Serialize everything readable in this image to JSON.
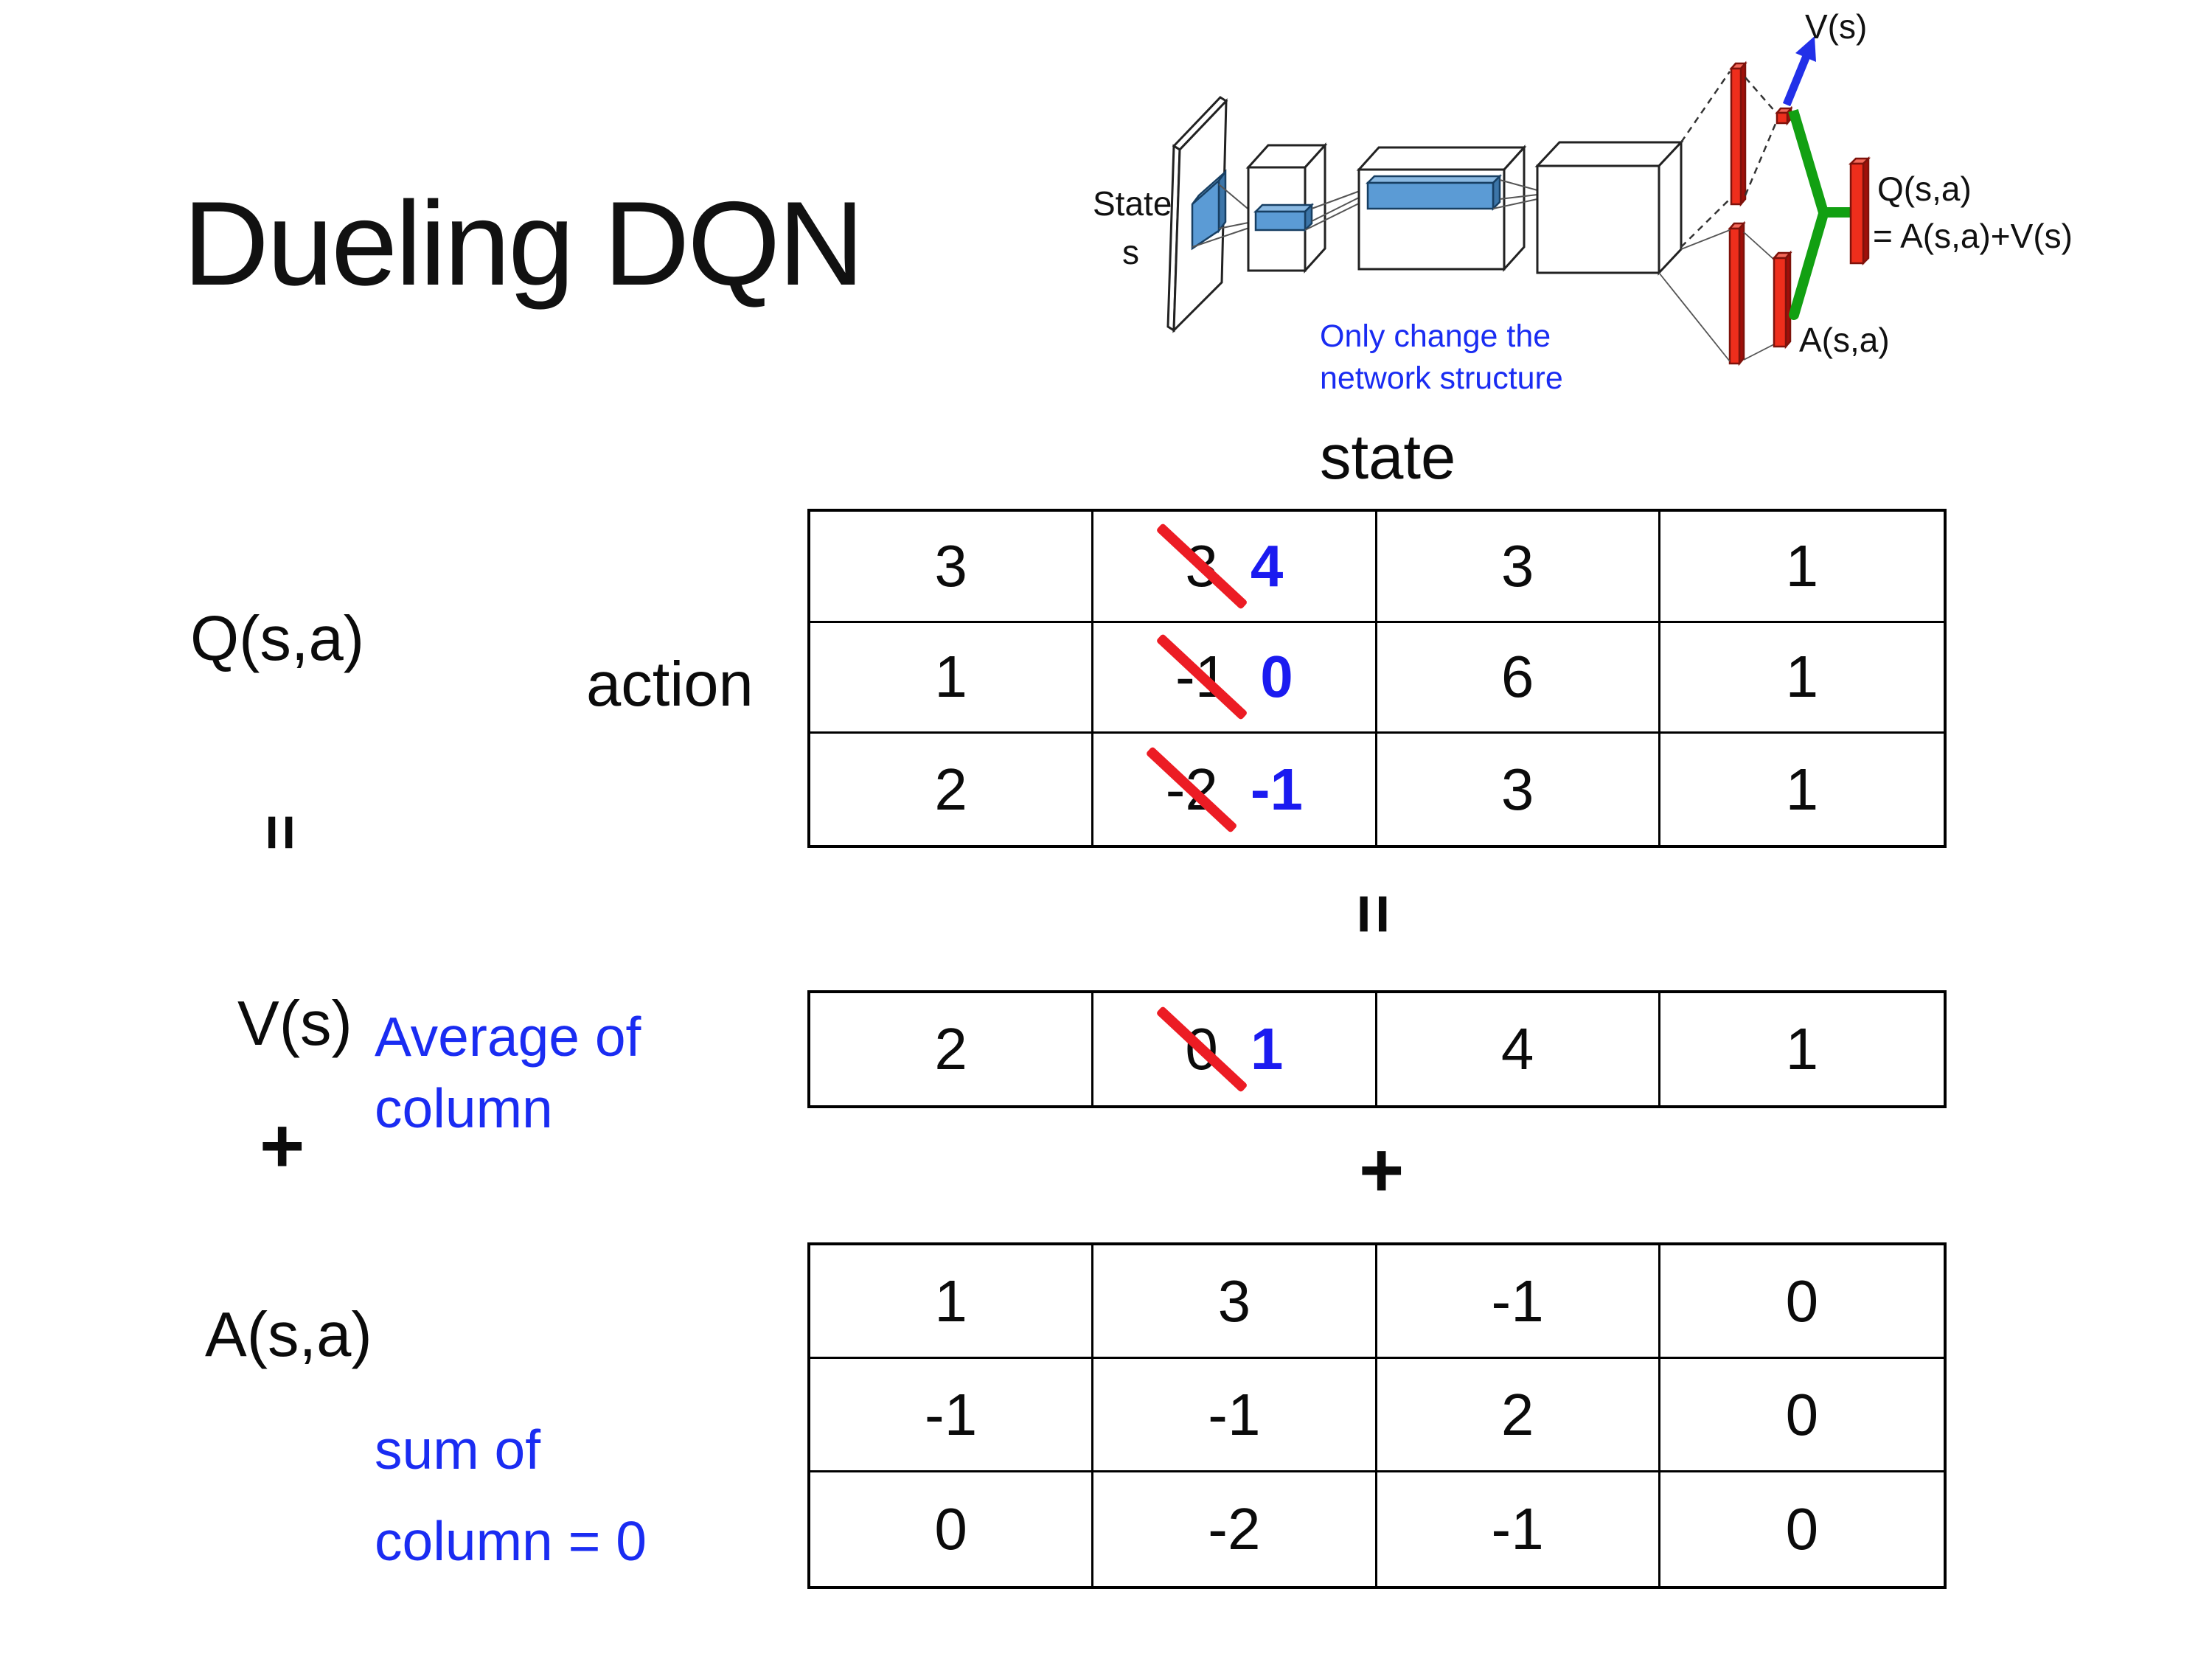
{
  "title": "Dueling DQN",
  "colors": {
    "value_blue": "#1b1bf0",
    "note_blue": "#1a2cf2",
    "slash_red": "#ec1c24",
    "bar_red": "#ee2e1c",
    "bar_red_edge": "#7e120b",
    "merge_green": "#12a012",
    "conv_blue": "#5b9bd5",
    "arrow_blue": "#2230e8"
  },
  "diagram": {
    "state_line1": "State",
    "state_line2": "s",
    "v_out_label": "V(s)",
    "q_out_line1": "Q(s,a)",
    "q_out_line2": "= A(s,a)+V(s)",
    "a_out_label": "A(s,a)",
    "note_line1": "Only change the",
    "note_line2": "network structure"
  },
  "equation": {
    "state_header": "state",
    "action_label": "action",
    "q_label": "Q(s,a)",
    "v_label": "V(s)",
    "a_label": "A(s,a)",
    "equals_left": "=",
    "equals_center": "=",
    "plus_left": "+",
    "plus_center": "+",
    "avg_note_line1": "Average of",
    "avg_note_line2": "column",
    "sum_note_line1": "sum of",
    "sum_note_line2": "column = 0"
  },
  "tables": {
    "q": {
      "rows": [
        {
          "c0": "3",
          "old": "3",
          "new": "4",
          "c2": "3",
          "c3": "1"
        },
        {
          "c0": "1",
          "old": "-1",
          "new": "0",
          "c2": "6",
          "c3": "1"
        },
        {
          "c0": "2",
          "old": "-2",
          "new": "-1",
          "c2": "3",
          "c3": "1"
        }
      ]
    },
    "v": {
      "c0": "2",
      "old": "0",
      "new": "1",
      "c2": "4",
      "c3": "1"
    },
    "a": {
      "rows": [
        [
          "1",
          "3",
          "-1",
          "0"
        ],
        [
          "-1",
          "-1",
          "2",
          "0"
        ],
        [
          "0",
          "-2",
          "-1",
          "0"
        ]
      ]
    }
  }
}
